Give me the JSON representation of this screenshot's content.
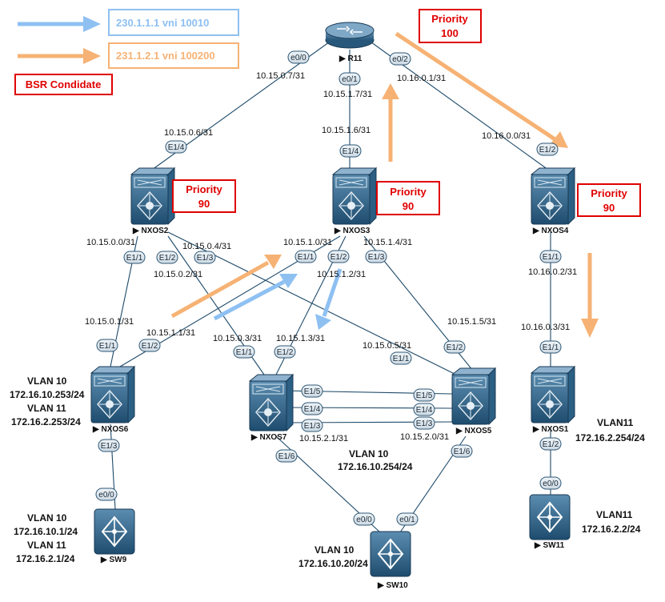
{
  "legend": {
    "blue": {
      "label": "230.1.1.1 vni 10010",
      "color": "#8ec0f2"
    },
    "orange": {
      "label": "231.1.2.1 vni 100200",
      "color": "#f6b274"
    },
    "bsr": "BSR Condidate"
  },
  "priorities": {
    "r11": [
      "Priority",
      "100"
    ],
    "nxos2": [
      "Priority",
      "90"
    ],
    "nxos3": [
      "Priority",
      "90"
    ],
    "nxos4": [
      "Priority",
      "90"
    ]
  },
  "devices": {
    "r11": "R11",
    "nxos2": "NXOS2",
    "nxos3": "NXOS3",
    "nxos4": "NXOS4",
    "nxos6": "NXOS6",
    "nxos7": "NXOS7",
    "nxos5": "NXOS5",
    "nxos1": "NXOS1",
    "sw9": "SW9",
    "sw10": "SW10",
    "sw11": "SW11"
  },
  "ifaces": {
    "r11_e00": "e0/0",
    "r11_e01": "e0/1",
    "r11_e02": "e0/2",
    "n2_e14": "E1/4",
    "n3_e14": "E1/4",
    "n4_e12": "E1/2",
    "n2_e11": "E1/1",
    "n2_e12": "E1/2",
    "n2_e13": "E1/3",
    "n3_e11": "E1/1",
    "n3_e12": "E1/2",
    "n3_e13": "E1/3",
    "n4_e11": "E1/1",
    "n6_e11": "E1/1",
    "n6_e12": "E1/2",
    "n6_e13": "E1/3",
    "n7_e11": "E1/1",
    "n7_e12": "E1/2",
    "n7_e15": "E1/5",
    "n7_e14": "E1/4",
    "n7_e13": "E1/3",
    "n7_e16": "E1/6",
    "n5_e12": "E1/2",
    "n5_e11": "E1/1",
    "n5_e15": "E1/5",
    "n5_e14": "E1/4",
    "n5_e13": "E1/3",
    "n5_e16": "E1/6",
    "n1_e11": "E1/1",
    "n1_e12": "E1/2",
    "sw9_e00": "e0/0",
    "sw10_e00": "e0/0",
    "sw10_e01": "e0/1",
    "sw11_e00": "e0/0"
  },
  "ips": {
    "r11_e00": "10.15.0.7/31",
    "r11_e01": "10.15.1.7/31",
    "r11_e02": "10.16.0.1/31",
    "n2_e14": "10.15.0.6/31",
    "n3_e14": "10.15.1.6/31",
    "n4_e12": "10.16.0.0/31",
    "n2_e11": "10.15.0.0/31",
    "n2_e13": "10.15.0.4/31",
    "n2_e12": "10.15.0.2/31",
    "n3_e11": "10.15.1.0/31",
    "n3_e13": "10.15.1.4/31",
    "n3_e12": "10.15.1.2/31",
    "n4_e11": "10.16.0.2/31",
    "n6_e11": "10.15.0.1/31",
    "n6_e12": "10.15.1.1/31",
    "n7_e11": "10.15.0.3/31",
    "n7_e12": "10.15.1.3/31",
    "n5_e11": "10.15.0.5/31",
    "n5_e12": "10.15.1.5/31",
    "n1_e11": "10.16.0.3/31",
    "n7_e13": "10.15.2.1/31",
    "n5_e13": "10.15.2.0/31"
  },
  "vlans": {
    "nxos6": [
      "VLAN 10",
      "172.16.10.253/24",
      "VLAN 11",
      "172.16.2.253/24"
    ],
    "nxos57": [
      "VLAN 10",
      "172.16.10.254/24"
    ],
    "nxos1": [
      "VLAN11",
      "172.16.2.254/24"
    ],
    "sw9": [
      "VLAN 10",
      "172.16.10.1/24",
      "VLAN 11",
      "172.16.2.1/24"
    ],
    "sw10": [
      "VLAN 10",
      "172.16.10.20/24"
    ],
    "sw11": [
      "VLAN11",
      "172.16.2.2/24"
    ]
  }
}
